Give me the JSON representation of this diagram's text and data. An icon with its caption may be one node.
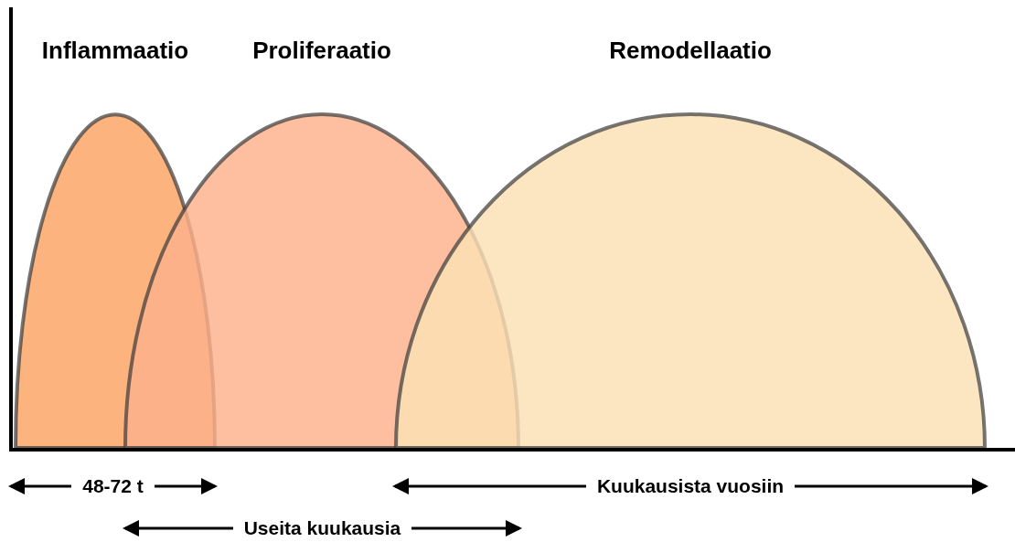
{
  "diagram": {
    "nodes": [
      {
        "text": [
          "Inflammaatio"
        ],
        "beside": [
          "48-72 t"
        ]
      },
      {
        "text": [
          "Proliferaatio"
        ],
        "beside": [
          "Useita kuukausia"
        ]
      },
      {
        "text": [
          "Remodellaatio"
        ],
        "beside": [
          "Kuukausista vuosiin"
        ]
      }
    ]
  }
}
